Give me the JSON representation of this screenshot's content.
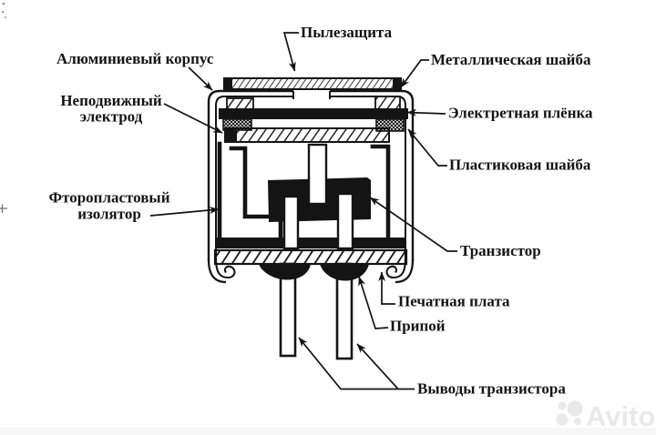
{
  "diagram": {
    "ink_color": "#141414",
    "labels": {
      "dust_cover": "Пылезащита",
      "aluminum_case": "Алюминиевый корпус",
      "fixed_electrode_line1": "Неподвижный",
      "fixed_electrode_line2": "электрод",
      "insulator_line1": "Фторопластовый",
      "insulator_line2": "изолятор",
      "metal_washer": "Металлическая шайба",
      "electret_film": "Электретная плёнка",
      "plastic_washer": "Пластиковая шайба",
      "transistor": "Транзистор",
      "pcb": "Печатная плата",
      "solder": "Припой",
      "transistor_leads": "Выводы транзистора"
    }
  },
  "watermark": {
    "text": "Avito",
    "color": "#e9e9e9"
  }
}
